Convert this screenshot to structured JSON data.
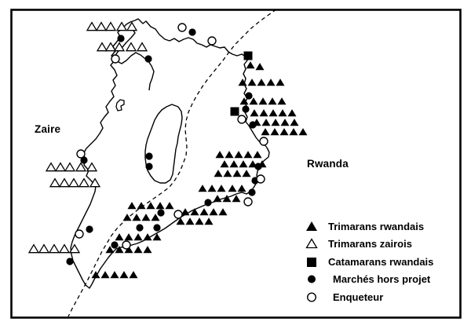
{
  "map": {
    "region_labels": {
      "zaire": "Zaire",
      "rwanda": "Rwanda"
    },
    "markers": {
      "trimarans_rwandais": [
        [
          319,
          83
        ],
        [
          331,
          85
        ],
        [
          309,
          105
        ],
        [
          321,
          105
        ],
        [
          333,
          105
        ],
        [
          345,
          105
        ],
        [
          357,
          105
        ],
        [
          311,
          129
        ],
        [
          323,
          129
        ],
        [
          335,
          129
        ],
        [
          347,
          129
        ],
        [
          359,
          129
        ],
        [
          324,
          144
        ],
        [
          336,
          144
        ],
        [
          348,
          144
        ],
        [
          360,
          144
        ],
        [
          372,
          144
        ],
        [
          327,
          156
        ],
        [
          339,
          156
        ],
        [
          351,
          156
        ],
        [
          363,
          156
        ],
        [
          375,
          156
        ],
        [
          338,
          168
        ],
        [
          350,
          168
        ],
        [
          362,
          168
        ],
        [
          374,
          168
        ],
        [
          386,
          168
        ],
        [
          280,
          197
        ],
        [
          292,
          197
        ],
        [
          304,
          197
        ],
        [
          316,
          197
        ],
        [
          328,
          197
        ],
        [
          286,
          209
        ],
        [
          298,
          209
        ],
        [
          310,
          209
        ],
        [
          322,
          209
        ],
        [
          334,
          209
        ],
        [
          278,
          221
        ],
        [
          290,
          221
        ],
        [
          302,
          221
        ],
        [
          314,
          221
        ],
        [
          258,
          240
        ],
        [
          270,
          240
        ],
        [
          282,
          240
        ],
        [
          296,
          240
        ],
        [
          308,
          240
        ],
        [
          277,
          253
        ],
        [
          289,
          253
        ],
        [
          301,
          253
        ],
        [
          236,
          270
        ],
        [
          248,
          270
        ],
        [
          260,
          270
        ],
        [
          272,
          270
        ],
        [
          284,
          270
        ],
        [
          230,
          282
        ],
        [
          242,
          282
        ],
        [
          254,
          282
        ],
        [
          266,
          282
        ],
        [
          168,
          262
        ],
        [
          180,
          262
        ],
        [
          192,
          262
        ],
        [
          204,
          262
        ],
        [
          216,
          262
        ],
        [
          162,
          277
        ],
        [
          174,
          277
        ],
        [
          186,
          277
        ],
        [
          198,
          277
        ],
        [
          152,
          302
        ],
        [
          164,
          302
        ],
        [
          176,
          302
        ],
        [
          188,
          302
        ],
        [
          200,
          302
        ],
        [
          140,
          318
        ],
        [
          152,
          318
        ],
        [
          164,
          318
        ],
        [
          176,
          318
        ],
        [
          188,
          318
        ],
        [
          122,
          350
        ],
        [
          134,
          350
        ],
        [
          146,
          350
        ],
        [
          158,
          350
        ],
        [
          170,
          350
        ]
      ],
      "trimarans_zairois": [
        [
          117,
          34
        ],
        [
          129,
          34
        ],
        [
          141,
          34
        ],
        [
          155,
          34
        ],
        [
          168,
          34
        ],
        [
          130,
          60
        ],
        [
          141,
          60
        ],
        [
          152,
          60
        ],
        [
          167,
          60
        ],
        [
          181,
          60
        ],
        [
          65,
          213
        ],
        [
          77,
          213
        ],
        [
          89,
          213
        ],
        [
          103,
          213
        ],
        [
          117,
          213
        ],
        [
          70,
          233
        ],
        [
          82,
          233
        ],
        [
          94,
          233
        ],
        [
          107,
          233
        ],
        [
          121,
          233
        ],
        [
          43,
          317
        ],
        [
          56,
          317
        ],
        [
          69,
          317
        ],
        [
          82,
          317
        ],
        [
          95,
          317
        ]
      ],
      "catamarans_rwandais": [
        [
          316,
          71
        ],
        [
          299,
          142
        ]
      ],
      "marches_hors_projet": [
        [
          154,
          49
        ],
        [
          245,
          41
        ],
        [
          189,
          75
        ],
        [
          317,
          122
        ],
        [
          313,
          139
        ],
        [
          322,
          159
        ],
        [
          329,
          212
        ],
        [
          325,
          230
        ],
        [
          321,
          245
        ],
        [
          265,
          258
        ],
        [
          205,
          271
        ],
        [
          200,
          290
        ],
        [
          178,
          290
        ],
        [
          146,
          312
        ],
        [
          107,
          204
        ],
        [
          114,
          292
        ],
        [
          89,
          333
        ],
        [
          190,
          199
        ],
        [
          190,
          212
        ]
      ],
      "enqueteur": [
        [
          232,
          35
        ],
        [
          270,
          52
        ],
        [
          147,
          75
        ],
        [
          103,
          196
        ],
        [
          101,
          298
        ],
        [
          308,
          152
        ],
        [
          336,
          180
        ],
        [
          332,
          228
        ],
        [
          316,
          257
        ],
        [
          227,
          273
        ],
        [
          161,
          312
        ]
      ]
    }
  },
  "legend": {
    "items": [
      {
        "symbol": "triangle-filled",
        "label": "Trimarans rwandais"
      },
      {
        "symbol": "triangle-open",
        "label": "Trimarans zairois"
      },
      {
        "symbol": "square-filled",
        "label": "Catamarans rwandais"
      },
      {
        "symbol": "circle-filled",
        "label": "Marchés hors projet"
      },
      {
        "symbol": "circle-open",
        "label": "Enqueteur"
      }
    ]
  },
  "colors": {
    "ink": "#000000",
    "paper": "#ffffff"
  }
}
